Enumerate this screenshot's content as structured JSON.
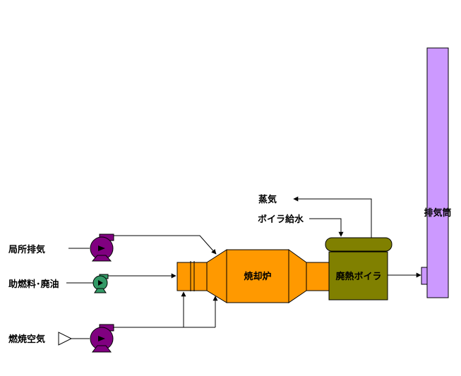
{
  "labels": {
    "local_exhaust": "局所排気",
    "aux_fuel": "助燃料･廃油",
    "combustion_air": "燃焼空気",
    "incinerator": "焼却炉",
    "waste_heat_boiler": "廃熱ボイラ",
    "stack": "排気筒",
    "steam": "蒸気",
    "boiler_feedwater": "ボイラ給水"
  },
  "colors": {
    "incinerator": "#ff9900",
    "boiler": "#808000",
    "stack": "#cc99ff",
    "blower": "#800080",
    "pump": "#339966"
  },
  "icons": {
    "local_exhaust_blower": "centrifugal-blower-icon",
    "fuel_pump": "pump-icon",
    "air_blower": "centrifugal-blower-icon",
    "air_intake": "triangle-inlet-icon"
  }
}
